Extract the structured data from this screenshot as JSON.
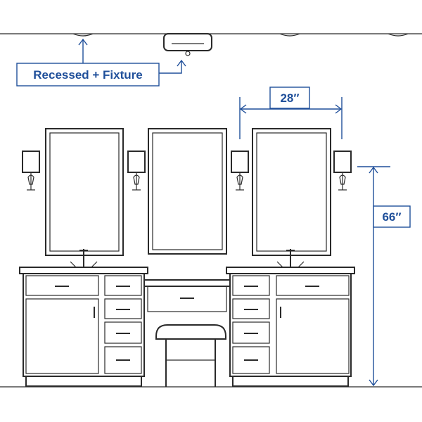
{
  "annotations": {
    "lighting_label": "Recessed + Fixture",
    "mirror_width": "28″",
    "sconce_height": "66″"
  },
  "colors": {
    "annotation": "#1f4f9a",
    "linework": "#2a2a2a",
    "background": "#ffffff"
  },
  "icons": [
    "recessed-light-icon",
    "ceiling-fixture-icon",
    "wall-sconce-icon",
    "faucet-icon",
    "drawer-pull-icon",
    "vanity-stool-icon"
  ]
}
